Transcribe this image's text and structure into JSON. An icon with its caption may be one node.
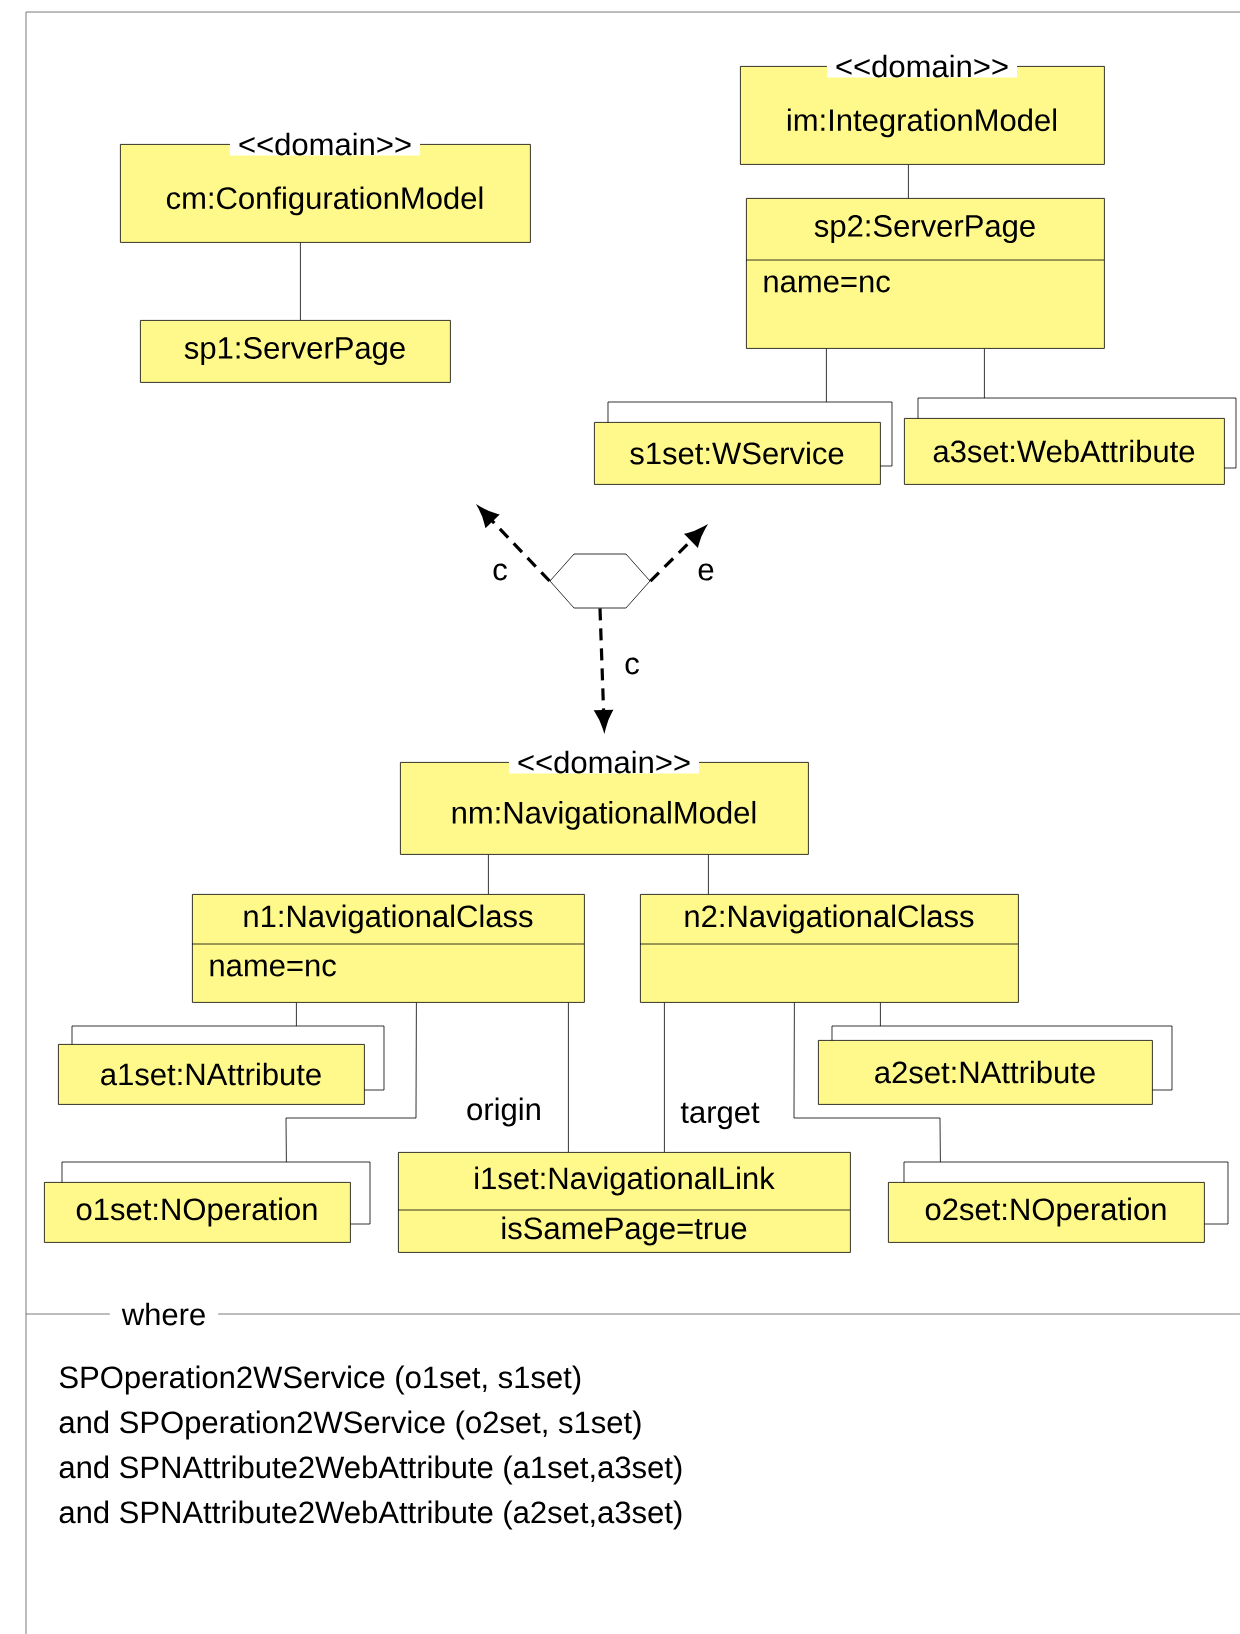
{
  "diagram": {
    "nodes": [
      {
        "text": [
          "<<domain>>",
          "cm:ConfigurationModel"
        ]
      },
      {
        "text": [
          "sp1:ServerPage"
        ]
      },
      {
        "text": [
          "<<domain>>",
          "im:IntegrationModel"
        ]
      },
      {
        "text": [
          "sp2:ServerPage",
          "name=nc"
        ]
      },
      {
        "text": [
          "s1set:WService"
        ]
      },
      {
        "text": [
          "a3set:WebAttribute"
        ]
      },
      {
        "text": [],
        "shape": "hexagon"
      },
      {
        "text": [
          "<<domain>>",
          "nm:NavigationalModel"
        ]
      },
      {
        "text": [
          "n1:NavigationalClass",
          "name=nc"
        ]
      },
      {
        "text": [
          "n2:NavigationalClass"
        ]
      },
      {
        "text": [
          "a1set:NAttribute"
        ]
      },
      {
        "text": [
          "o1set:NOperation"
        ]
      },
      {
        "text": [
          "i1set:NavigationalLink",
          "isSamePage=true"
        ]
      },
      {
        "text": [
          "a2set:NAttribute"
        ]
      },
      {
        "text": [
          "o2set:NOperation"
        ]
      }
    ],
    "edges": [
      {
        "from": 0,
        "to": 1,
        "arrow": "none"
      },
      {
        "from": 2,
        "to": 3,
        "arrow": "none"
      },
      {
        "from": 3,
        "to": 4,
        "arrow": "none"
      },
      {
        "from": 3,
        "to": 5,
        "arrow": "none"
      },
      {
        "from": 6,
        "to": null,
        "arrow": "to",
        "label": "c",
        "style": "dashed"
      },
      {
        "from": 6,
        "to": null,
        "arrow": "to",
        "label": "e",
        "style": "dashed"
      },
      {
        "from": 6,
        "to": 7,
        "arrow": "to",
        "label": "c",
        "style": "dashed"
      },
      {
        "from": 7,
        "to": 8,
        "arrow": "none"
      },
      {
        "from": 7,
        "to": 9,
        "arrow": "none"
      },
      {
        "from": 8,
        "to": 10,
        "arrow": "none"
      },
      {
        "from": 8,
        "to": 11,
        "arrow": "none"
      },
      {
        "from": 8,
        "to": 12,
        "arrow": "none",
        "label": "origin"
      },
      {
        "from": 9,
        "to": 12,
        "arrow": "none",
        "label": "target"
      },
      {
        "from": 9,
        "to": 13,
        "arrow": "none"
      },
      {
        "from": 9,
        "to": 14,
        "arrow": "none"
      }
    ],
    "labels": [
      "where",
      "SPOperation2WService (o1set, s1set)",
      "and SPOperation2WService (o2set, s1set)",
      "and SPNAttribute2WebAttribute (a1set,a3set)",
      "and SPNAttribute2WebAttribute (a2set,a3set)"
    ]
  }
}
